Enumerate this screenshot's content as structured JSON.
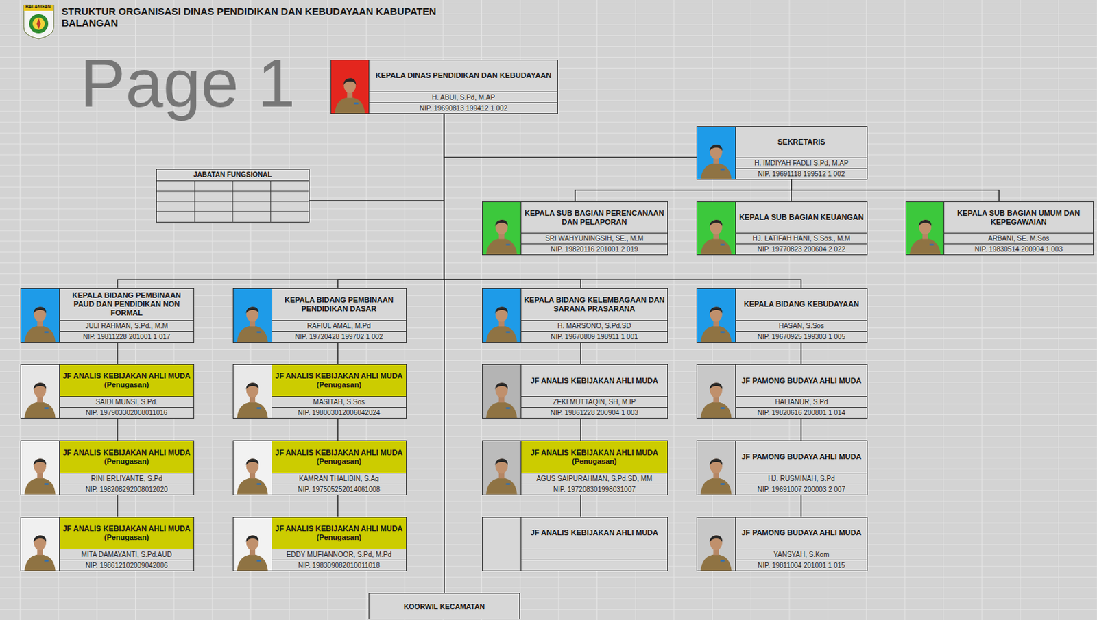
{
  "diagram": {
    "title": "STRUKTUR ORGANISASI DINAS PENDIDIKAN DAN KEBUDAYAAN KABUPATEN BALANGAN",
    "nodes": [
      {
        "text": [
          "KEPALA DINAS PENDIDIKAN DAN KEBUDAYAAN",
          "H. ABUI, S.Pd, M.AP",
          "NIP. 19690813 199412 1 002"
        ]
      },
      {
        "text": [
          "SEKRETARIS",
          "H. IMDIYAH FADLI S.Pd, M.AP",
          "NIP. 19691118 199512 1 002"
        ]
      },
      {
        "text": [
          "JABATAN FUNGSIONAL"
        ]
      },
      {
        "text": [
          "KEPALA SUB BAGIAN PERENCANAAN DAN PELAPORAN",
          "SRI WAHYUNINGSIH, SE., M.M",
          "NIP. 19820116 201001 2 019"
        ]
      },
      {
        "text": [
          "KEPALA SUB BAGIAN KEUANGAN",
          "HJ. LATIFAH HANI, S.Sos., M.M",
          "NIP. 19770823 200604 2 022"
        ]
      },
      {
        "text": [
          "KEPALA SUB BAGIAN UMUM DAN KEPEGAWAIAN",
          "ARBANI, SE. M.Sos",
          "NIP. 19830514 200904 1 003"
        ]
      },
      {
        "text": [
          "KEPALA BIDANG PEMBINAAN PAUD DAN PENDIDIKAN NON FORMAL",
          "JULI RAHMAN, S.Pd., M.M",
          "NIP. 19811228 201001 1 017"
        ]
      },
      {
        "text": [
          "KEPALA BIDANG PEMBINAAN PENDIDIKAN DASAR",
          "RAFIUL AMAL, M.Pd",
          "NIP. 19720428 199702 1 002"
        ]
      },
      {
        "text": [
          "KEPALA BIDANG KELEMBAGAAN DAN SARANA PRASARANA",
          "H. MARSONO, S.Pd.SD",
          "NIP. 19670809 198911 1 001"
        ]
      },
      {
        "text": [
          "KEPALA BIDANG KEBUDAYAAN",
          "HASAN, S.Sos",
          "NIP. 19670925 199303 1 005"
        ]
      },
      {
        "text": [
          "JF ANALIS KEBIJAKAN AHLI MUDA (Penugasan)",
          "SAIDI MUNSI, S.Pd.",
          "NIP. 197903302008011016"
        ]
      },
      {
        "text": [
          "JF ANALIS KEBIJAKAN AHLI MUDA (Penugasan)",
          "MASITAH, S.Sos",
          "NIP. 198003012006042024"
        ]
      },
      {
        "text": [
          "JF ANALIS KEBIJAKAN AHLI MUDA",
          "ZEKI MUTTAQIN, SH, M.IP",
          "NIP. 19861228 200904 1 003"
        ]
      },
      {
        "text": [
          "JF PAMONG BUDAYA AHLI MUDA",
          "HALIANUR, S.Pd",
          "NIP. 19820616 200801 1 014"
        ]
      },
      {
        "text": [
          "JF ANALIS KEBIJAKAN AHLI MUDA (Penugasan)",
          "RINI ERLIYANTE, S.Pd",
          "NIP. 198208292008012020"
        ]
      },
      {
        "text": [
          "JF ANALIS KEBIJAKAN AHLI MUDA (Penugasan)",
          "KAMRAN THALIBIN, S.Ag",
          "NIP. 197505252014061008"
        ]
      },
      {
        "text": [
          "JF ANALIS KEBIJAKAN AHLI MUDA (Penugasan)",
          "AGUS SAIPURAHMAN, S.Pd.SD, MM",
          "NIP. 197208301998031007"
        ]
      },
      {
        "text": [
          "JF PAMONG BUDAYA AHLI MUDA",
          "HJ. RUSMINAH, S.Pd",
          "NIP. 19691007 200003 2 007"
        ]
      },
      {
        "text": [
          "JF ANALIS KEBIJAKAN AHLI MUDA (Penugasan)",
          "MITA DAMAYANTI, S.Pd.AUD",
          "NIP. 198612102009042006"
        ]
      },
      {
        "text": [
          "JF ANALIS KEBIJAKAN AHLI MUDA (Penugasan)",
          "EDDY MUFIANNOOR, S.Pd, M.Pd",
          "NIP. 198309082010011018"
        ]
      },
      {
        "text": [
          "JF ANALIS KEBIJAKAN AHLI MUDA"
        ]
      },
      {
        "text": [
          "JF PAMONG BUDAYA AHLI MUDA",
          "YANSYAH, S.Kom",
          "NIP. 19811004 201001 1 015"
        ]
      },
      {
        "text": [
          "KOORWIL KECAMATAN"
        ]
      }
    ],
    "edges": [
      {
        "from": 0,
        "to": 1,
        "arrow": "none"
      },
      {
        "from": 0,
        "to": 2,
        "arrow": "none"
      },
      {
        "from": 1,
        "to": 3,
        "arrow": "none"
      },
      {
        "from": 1,
        "to": 4,
        "arrow": "none"
      },
      {
        "from": 1,
        "to": 5,
        "arrow": "none"
      },
      {
        "from": 0,
        "to": 6,
        "arrow": "none"
      },
      {
        "from": 0,
        "to": 7,
        "arrow": "none"
      },
      {
        "from": 0,
        "to": 8,
        "arrow": "none"
      },
      {
        "from": 0,
        "to": 9,
        "arrow": "none"
      },
      {
        "from": 0,
        "to": 22,
        "arrow": "none"
      },
      {
        "from": 6,
        "to": 10,
        "arrow": "none"
      },
      {
        "from": 10,
        "to": 14,
        "arrow": "none"
      },
      {
        "from": 14,
        "to": 18,
        "arrow": "none"
      },
      {
        "from": 7,
        "to": 11,
        "arrow": "none"
      },
      {
        "from": 11,
        "to": 15,
        "arrow": "none"
      },
      {
        "from": 15,
        "to": 19,
        "arrow": "none"
      },
      {
        "from": 8,
        "to": 12,
        "arrow": "none"
      },
      {
        "from": 12,
        "to": 16,
        "arrow": "none"
      },
      {
        "from": 16,
        "to": 20,
        "arrow": "none"
      },
      {
        "from": 9,
        "to": 13,
        "arrow": "none"
      },
      {
        "from": 13,
        "to": 17,
        "arrow": "none"
      },
      {
        "from": 17,
        "to": 21,
        "arrow": "none"
      }
    ],
    "labels": [
      "BALANGAN",
      "Page 1"
    ]
  }
}
